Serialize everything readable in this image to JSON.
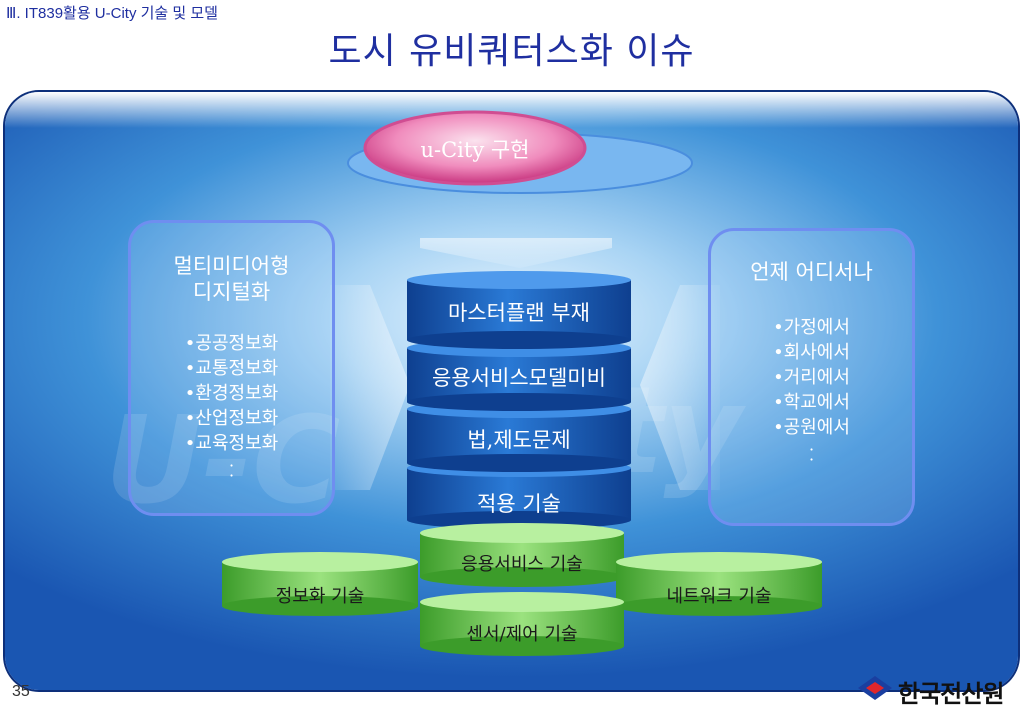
{
  "header": {
    "section": "Ⅲ. IT839활용 U-City 기술 및 모델",
    "title": "도시 유비쿼터스화 이슈"
  },
  "top_ellipse": {
    "label": "u-City 구현"
  },
  "left_box": {
    "heading_line1": "멀티미디어형",
    "heading_line2": "디지털화",
    "items": [
      "•공공정보화",
      "•교통정보화",
      "•환경정보화",
      "•산업정보화",
      "•교육정보화"
    ]
  },
  "right_box": {
    "heading": "언제 어디서나",
    "items": [
      "•가정에서",
      "•회사에서",
      "•거리에서",
      "•학교에서",
      "•공원에서"
    ]
  },
  "stack": {
    "layers": [
      "마스터플랜 부재",
      "응용서비스모델미비",
      "법,제도문제",
      "적용 기술"
    ]
  },
  "base": {
    "top": "응용서비스 기술",
    "left": "정보화 기술",
    "right": "네트워크 기술",
    "bottom": "센서/제어 기술"
  },
  "footer": {
    "page": "35",
    "logo": "한국전산원"
  },
  "colors": {
    "title_blue": "#1f2fa0",
    "cylinder_blue": "#1b5fb8",
    "cylinder_green": "#4db93a",
    "ellipse_pink": "#e36aa8"
  }
}
